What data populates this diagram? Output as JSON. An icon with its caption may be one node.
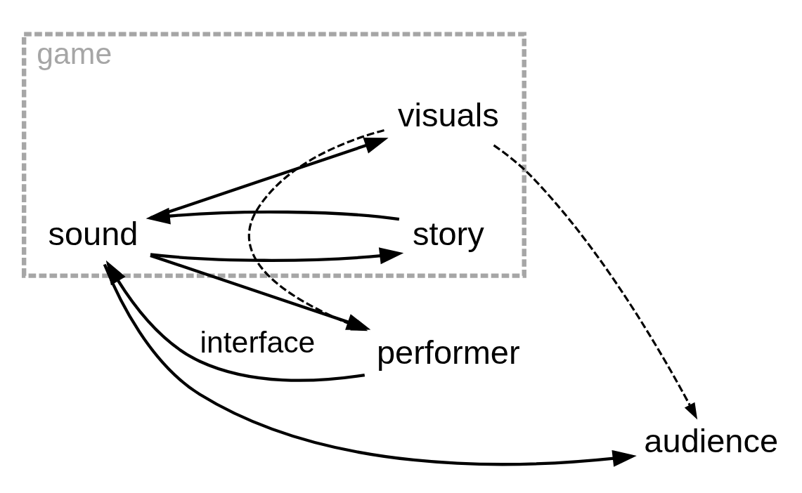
{
  "diagram": {
    "nodes": [
      {
        "text": [
          "game"
        ]
      },
      {
        "text": [
          "performer"
        ]
      },
      {
        "text": [
          "audience"
        ]
      },
      {
        "text": [
          "sound"
        ],
        "in": 0
      },
      {
        "text": [
          "story"
        ],
        "in": 0
      },
      {
        "text": [
          "visuals"
        ],
        "in": 0
      }
    ],
    "edges": [
      {
        "from": 1,
        "to": 3,
        "arrow": "to",
        "label": "interface"
      },
      {
        "from": 3,
        "to": 2,
        "arrow": "to"
      },
      {
        "from": 3,
        "to": 1,
        "arrow": "to"
      },
      {
        "from": 3,
        "to": 4,
        "arrow": "to"
      },
      {
        "from": 4,
        "to": 3,
        "arrow": "to"
      },
      {
        "from": 3,
        "to": 5,
        "arrow": "to"
      },
      {
        "from": 5,
        "to": 2,
        "arrow": "to",
        "style": "dashed"
      },
      {
        "from": 5,
        "to": 1,
        "arrow": "to",
        "style": "dashed"
      }
    ]
  }
}
